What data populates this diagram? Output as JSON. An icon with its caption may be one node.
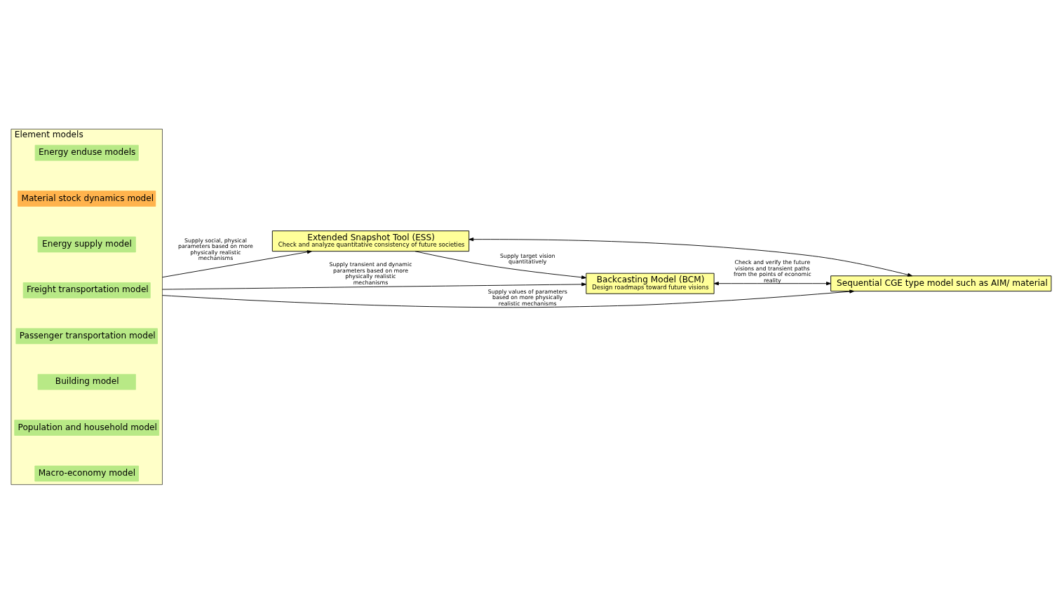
{
  "diagram": {
    "nodes": [
      {
        "text": [
          "Element models"
        ]
      },
      {
        "text": [
          "Macro-economy model"
        ],
        "in": 0
      },
      {
        "text": [
          "Population and household model"
        ],
        "in": 0
      },
      {
        "text": [
          "Building model"
        ],
        "in": 0
      },
      {
        "text": [
          "Passenger transportation model"
        ],
        "in": 0
      },
      {
        "text": [
          "Freight transportation model"
        ],
        "in": 0
      },
      {
        "text": [
          "Energy supply model"
        ],
        "in": 0
      },
      {
        "text": [
          "Material stock dynamics model"
        ],
        "in": 0
      },
      {
        "text": [
          "Energy enduse models"
        ],
        "in": 0
      },
      {
        "text": [
          "Extended Snapshot Tool (ESS)",
          "Check and analyze quantitative consistency of future societies"
        ]
      },
      {
        "text": [
          "Backcasting Model (BCM)",
          "Design roadmaps toward future visions"
        ]
      },
      {
        "text": [
          "Sequential CGE type model such as AIM/ material"
        ]
      }
    ],
    "edges": [
      {
        "from": 0,
        "to": 10,
        "arrow": "to",
        "label": "Supply transient and dynamic parameters based on more physically realistic mechanisms"
      },
      {
        "from": 0,
        "to": 9,
        "arrow": "to",
        "label": "Supply social, physical parameters based on more physically realistic mechanisms"
      },
      {
        "from": 9,
        "to": 10,
        "arrow": "to",
        "label": "Supply target vision quantitatively"
      },
      {
        "from": 9,
        "to": 11,
        "arrow": "both"
      },
      {
        "from": 10,
        "to": 11,
        "arrow": "both",
        "label": "Check and verify the future visions and transient paths from the points of economic reality"
      },
      {
        "from": 0,
        "to": 11,
        "arrow": "to",
        "label": "Supply values of parameters based on more physically realistic mechanisms"
      }
    ]
  }
}
